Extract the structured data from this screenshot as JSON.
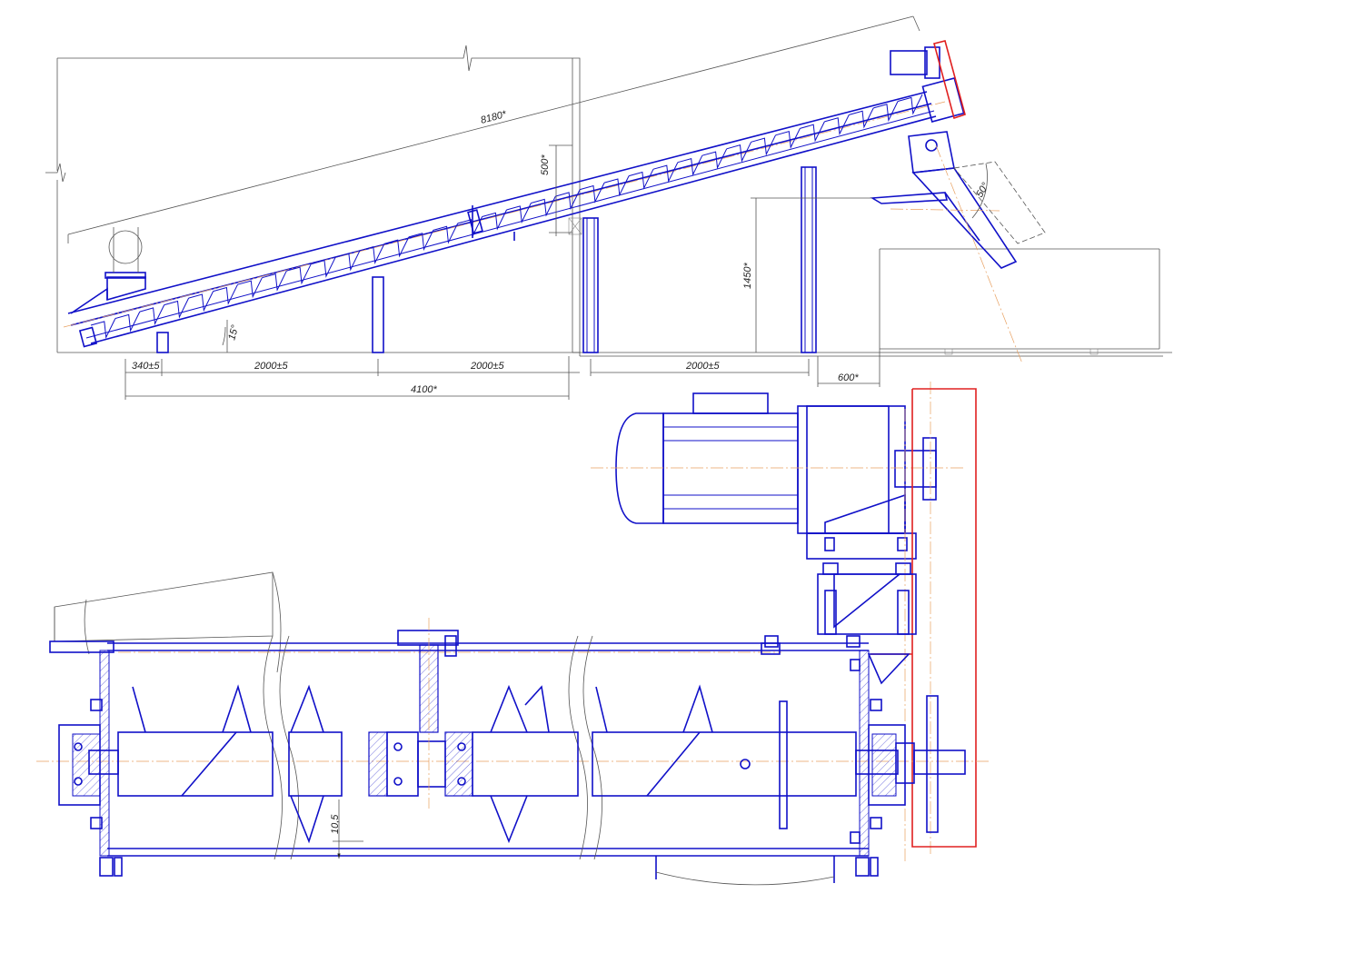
{
  "dimensions": {
    "total_length": "8180*",
    "clearance": "500*",
    "angle_incline": "15°",
    "height": "1450*",
    "hopper_angle": "50°",
    "span_1": "340±5",
    "span_2": "2000±5",
    "span_3": "2000±5",
    "span_4": "2000±5",
    "offset": "600*",
    "base_length": "4100*",
    "flight_gap": "10,5"
  },
  "colors": {
    "part": "#1010c8",
    "reference": "#555555",
    "centerline": "#e8a060",
    "highlight": "#e02020"
  }
}
